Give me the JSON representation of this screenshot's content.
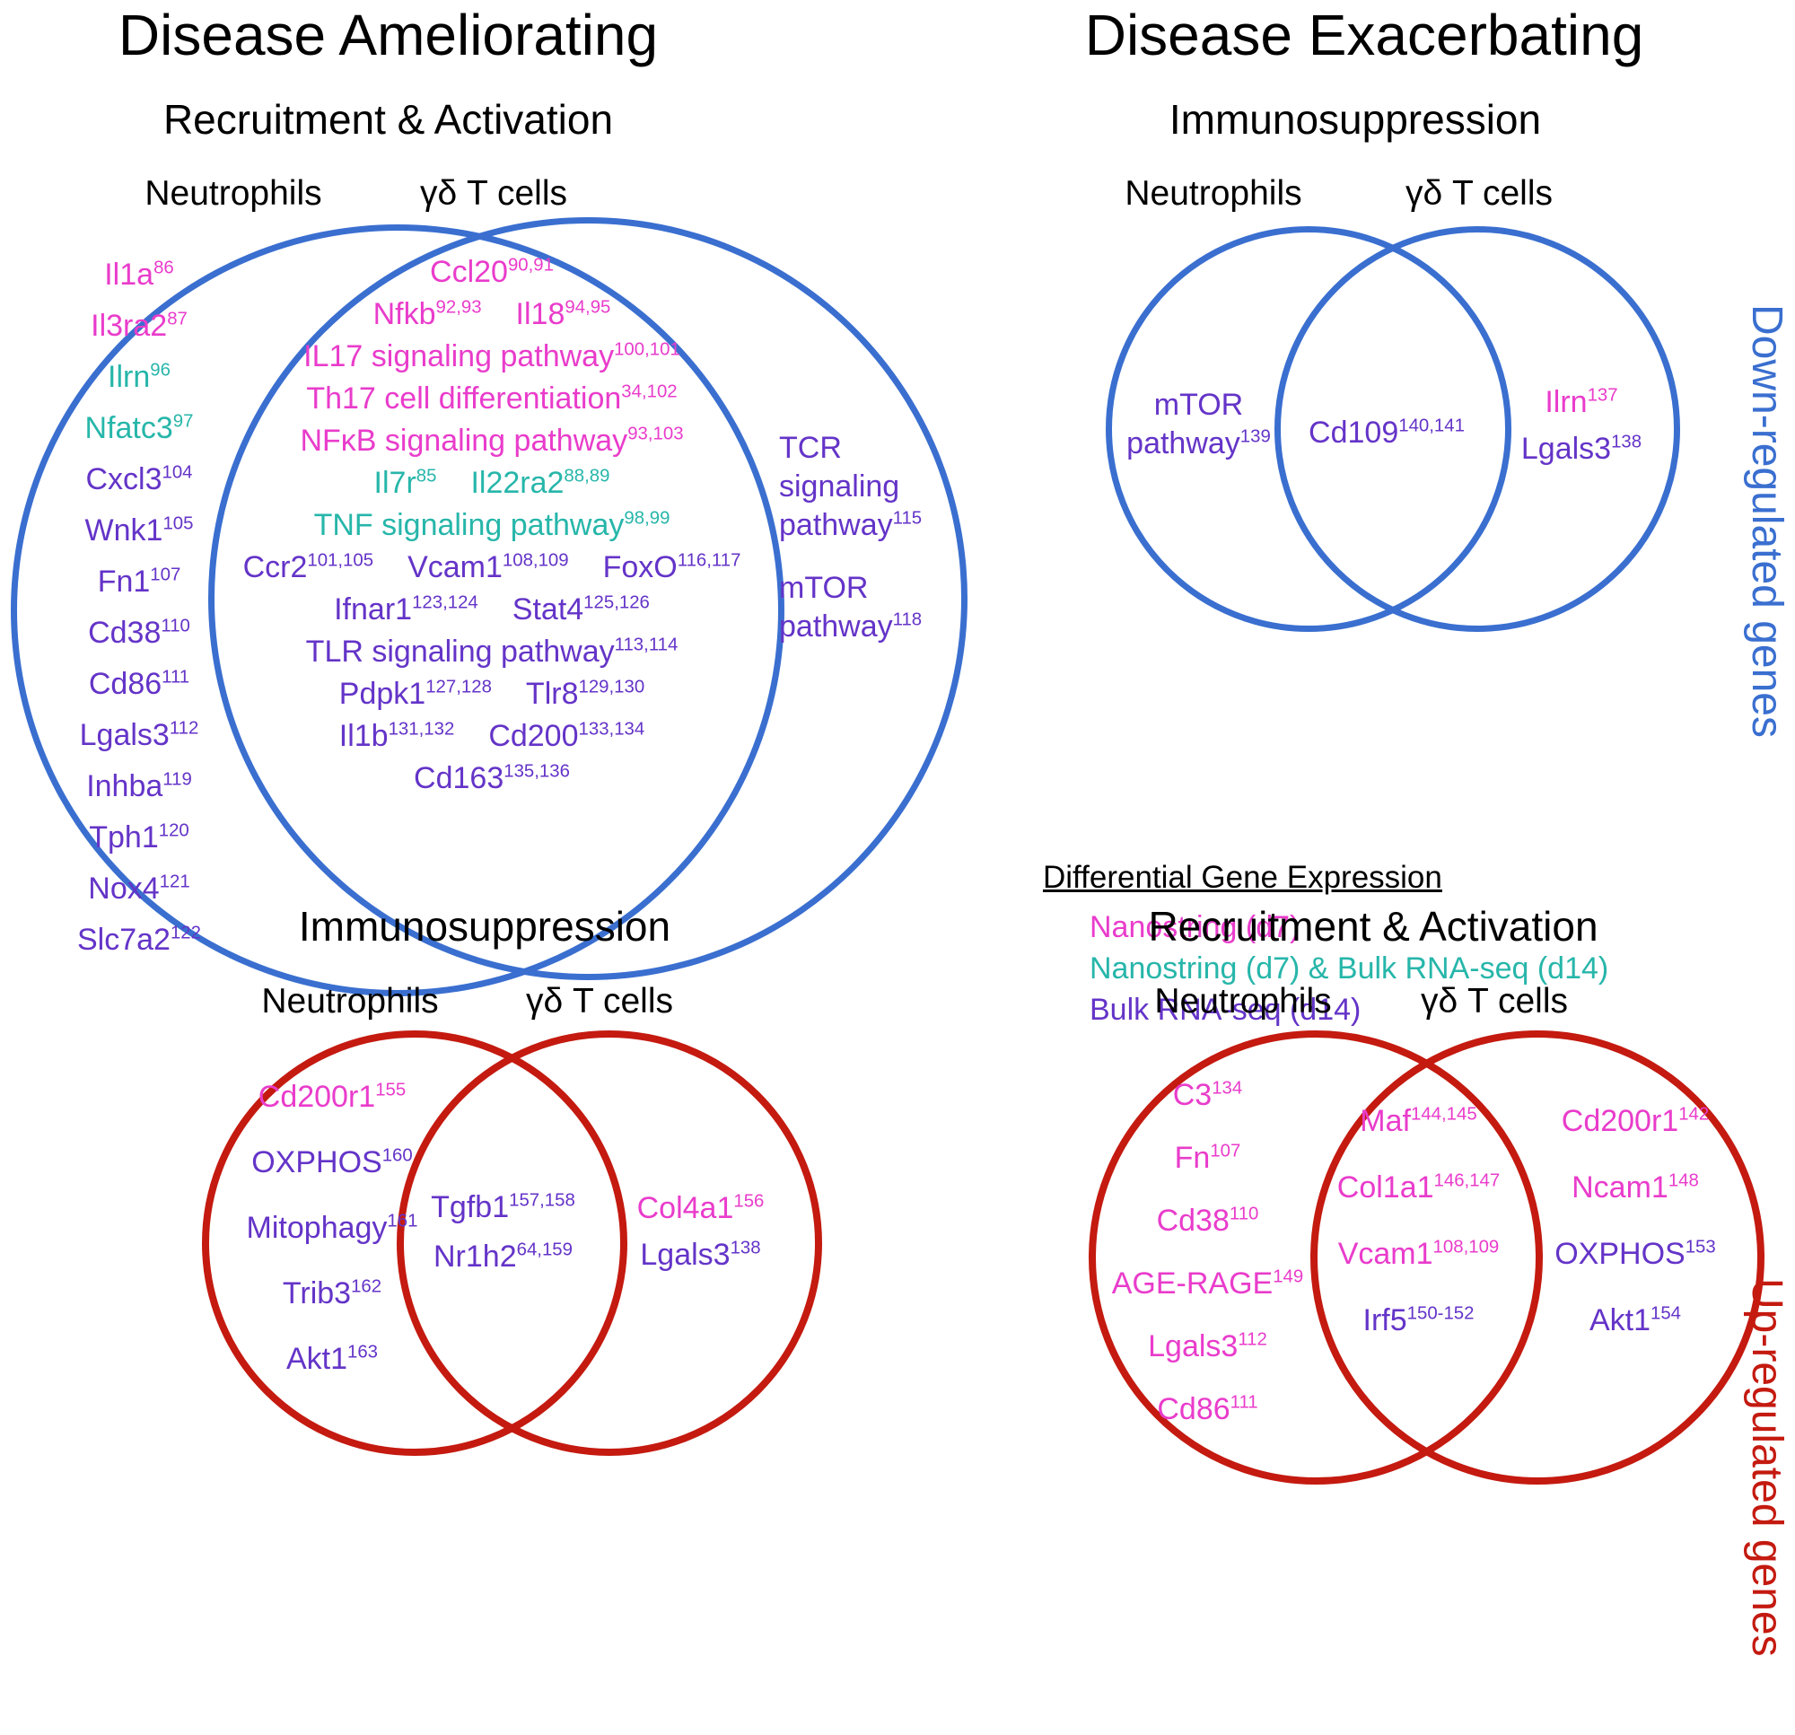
{
  "colors": {
    "down_circle": "#3a6fd0",
    "up_circle": "#c41a10",
    "nanostring_d7": "#e93ccb",
    "nanostring_and_bulk": "#27b6aa",
    "bulk_rnaseq": "#6434c8"
  },
  "headers": {
    "ameliorating": "Disease Ameliorating",
    "exacerbating": "Disease Exacerbating"
  },
  "side_labels": {
    "down": "Down-regulated genes",
    "up": "Up-regulated genes"
  },
  "legend": {
    "title": "Differential Gene Expression",
    "items": [
      [
        {
          "t": "Nanostring (d7)",
          "c": "m"
        }
      ],
      [
        {
          "t": "Nanostring (d7) & Bulk RNA-seq (d14)",
          "c": "t"
        }
      ],
      [
        {
          "t": "Bulk RNA-seq (d14)",
          "c": "p"
        }
      ]
    ]
  },
  "venn_down_recruitment": {
    "title": "Recruitment & Activation",
    "left_label": "Neutrophils",
    "right_label": "γδ T cells",
    "left": [
      [
        {
          "t": "Il1a",
          "s": "86",
          "c": "m"
        }
      ],
      [
        {
          "t": "Il3ra2",
          "s": "87",
          "c": "m"
        }
      ],
      [
        {
          "t": "Ilrn",
          "s": "96",
          "c": "t"
        }
      ],
      [
        {
          "t": "Nfatc3",
          "s": "97",
          "c": "t"
        }
      ],
      [
        {
          "t": "Cxcl3",
          "s": "104",
          "c": "p"
        }
      ],
      [
        {
          "t": "Wnk1",
          "s": "105",
          "c": "p"
        }
      ],
      [
        {
          "t": "Fn1",
          "s": "107",
          "c": "p"
        }
      ],
      [
        {
          "t": "Cd38",
          "s": "110",
          "c": "p"
        }
      ],
      [
        {
          "t": "Cd86",
          "s": "111",
          "c": "p"
        }
      ],
      [
        {
          "t": "Lgals3",
          "s": "112",
          "c": "p"
        }
      ],
      [
        {
          "t": "Inhba",
          "s": "119",
          "c": "p"
        }
      ],
      [
        {
          "t": "Tph1",
          "s": "120",
          "c": "p"
        }
      ],
      [
        {
          "t": "Nox4",
          "s": "121",
          "c": "p"
        }
      ],
      [
        {
          "t": "Slc7a2",
          "s": "122",
          "c": "p"
        }
      ]
    ],
    "middle": [
      [
        {
          "t": "Ccl20",
          "s": "90,91",
          "c": "m"
        }
      ],
      [
        {
          "t": "Nfkb",
          "s": "92,93",
          "c": "m"
        },
        {
          "t": "Il18",
          "s": "94,95",
          "c": "m"
        }
      ],
      [
        {
          "t": "IL17 signaling pathway",
          "s": "100,101",
          "c": "m"
        }
      ],
      [
        {
          "t": "Th17 cell differentiation",
          "s": "34,102",
          "c": "m"
        }
      ],
      [
        {
          "t": "NFκB signaling pathway",
          "s": "93,103",
          "c": "m"
        }
      ],
      [
        {
          "t": "Il7r",
          "s": "85",
          "c": "t"
        },
        {
          "t": "Il22ra2",
          "s": "88,89",
          "c": "t"
        }
      ],
      [
        {
          "t": "TNF signaling pathway",
          "s": "98,99",
          "c": "t"
        }
      ],
      [
        {
          "t": "Ccr2",
          "s": "101,105",
          "c": "p"
        },
        {
          "t": "Vcam1",
          "s": "108,109",
          "c": "p"
        },
        {
          "t": "FoxO",
          "s": "116,117",
          "c": "p"
        }
      ],
      [
        {
          "t": "Ifnar1",
          "s": "123,124",
          "c": "p"
        },
        {
          "t": "Stat4",
          "s": "125,126",
          "c": "p"
        }
      ],
      [
        {
          "t": "TLR signaling pathway",
          "s": "113,114",
          "c": "p"
        }
      ],
      [
        {
          "t": "Pdpk1",
          "s": "127,128",
          "c": "p"
        },
        {
          "t": "Tlr8",
          "s": "129,130",
          "c": "p"
        }
      ],
      [
        {
          "t": "Il1b",
          "s": "131,132",
          "c": "p"
        },
        {
          "t": "Cd200",
          "s": "133,134",
          "c": "p"
        }
      ],
      [
        {
          "t": "Cd163",
          "s": "135,136",
          "c": "p"
        }
      ]
    ],
    "right": [
      [
        {
          "t": "TCR signaling pathway",
          "s": "115",
          "c": "p",
          "w": 1
        }
      ],
      [
        {
          "t": "mTOR pathway",
          "s": "118",
          "c": "p",
          "w": 1
        }
      ]
    ]
  },
  "venn_down_immunosuppression": {
    "title": "Immunosuppression",
    "left_label": "Neutrophils",
    "right_label": "γδ T cells",
    "left": [
      [
        {
          "t": "mTOR pathway",
          "s": "139",
          "c": "p",
          "w": 1
        }
      ]
    ],
    "middle": [
      [
        {
          "t": "Cd109",
          "s": "140,141",
          "c": "p"
        }
      ]
    ],
    "right": [
      [
        {
          "t": "Ilrn",
          "s": "137",
          "c": "m"
        }
      ],
      [
        {
          "t": "Lgals3",
          "s": "138",
          "c": "p"
        }
      ]
    ]
  },
  "venn_up_immunosuppression": {
    "title": "Immunosuppression",
    "left_label": "Neutrophils",
    "right_label": "γδ T cells",
    "left": [
      [
        {
          "t": "Cd200r1",
          "s": "155",
          "c": "m"
        }
      ],
      [
        {
          "t": "OXPHOS",
          "s": "160",
          "c": "p"
        }
      ],
      [
        {
          "t": "Mitophagy",
          "s": "161",
          "c": "p"
        }
      ],
      [
        {
          "t": "Trib3",
          "s": "162",
          "c": "p"
        }
      ],
      [
        {
          "t": "Akt1",
          "s": "163",
          "c": "p"
        }
      ]
    ],
    "middle": [
      [
        {
          "t": "Tgfb1",
          "s": "157,158",
          "c": "p"
        }
      ],
      [
        {
          "t": "Nr1h2",
          "s": "64,159",
          "c": "p"
        }
      ]
    ],
    "right": [
      [
        {
          "t": "Col4a1",
          "s": "156",
          "c": "m"
        }
      ],
      [
        {
          "t": "Lgals3",
          "s": "138",
          "c": "p"
        }
      ]
    ]
  },
  "venn_up_recruitment": {
    "title": "Recruitment & Activation",
    "left_label": "Neutrophils",
    "right_label": "γδ T cells",
    "left": [
      [
        {
          "t": "C3",
          "s": "134",
          "c": "m"
        }
      ],
      [
        {
          "t": "Fn",
          "s": "107",
          "c": "m"
        }
      ],
      [
        {
          "t": "Cd38",
          "s": "110",
          "c": "m"
        }
      ],
      [
        {
          "t": "AGE-RAGE",
          "s": "149",
          "c": "m"
        }
      ],
      [
        {
          "t": "Lgals3",
          "s": "112",
          "c": "m"
        }
      ],
      [
        {
          "t": "Cd86",
          "s": "111",
          "c": "m"
        }
      ]
    ],
    "middle": [
      [
        {
          "t": "Maf",
          "s": "144,145",
          "c": "m"
        }
      ],
      [
        {
          "t": "Col1a1",
          "s": "146,147",
          "c": "m"
        }
      ],
      [
        {
          "t": "Vcam1",
          "s": "108,109",
          "c": "m"
        }
      ],
      [
        {
          "t": "Irf5",
          "s": "150-152",
          "c": "p"
        }
      ]
    ],
    "right": [
      [
        {
          "t": "Cd200r1",
          "s": "142",
          "c": "m"
        }
      ],
      [
        {
          "t": "Ncam1",
          "s": "148",
          "c": "m"
        }
      ],
      [
        {
          "t": "OXPHOS",
          "s": "153",
          "c": "p"
        }
      ],
      [
        {
          "t": "Akt1",
          "s": "154",
          "c": "p"
        }
      ]
    ]
  }
}
